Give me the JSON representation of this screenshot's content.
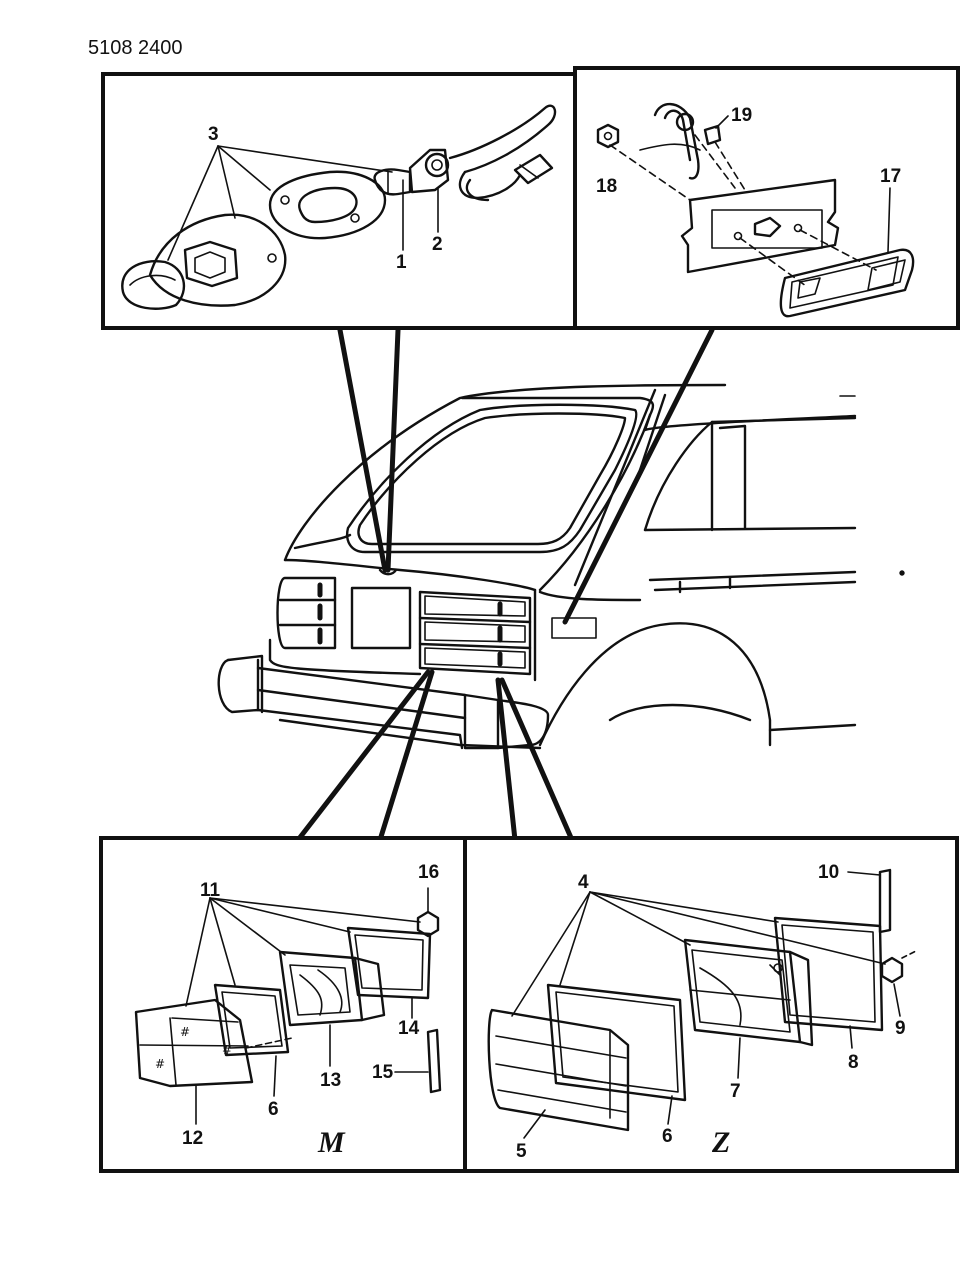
{
  "document_number": "5108 2400",
  "callouts": {
    "c1": "1",
    "c2": "2",
    "c3": "3",
    "c4": "4",
    "c5": "5",
    "c6a": "6",
    "c6b": "6",
    "c7": "7",
    "c8": "8",
    "c9": "9",
    "c10": "10",
    "c11": "11",
    "c12": "12",
    "c13": "13",
    "c14": "14",
    "c15": "15",
    "c16": "16",
    "c17": "17",
    "c18": "18",
    "c19": "19"
  },
  "variants": {
    "left": "M",
    "right": "Z"
  },
  "colors": {
    "ink": "#111111",
    "paper": "#ffffff"
  }
}
